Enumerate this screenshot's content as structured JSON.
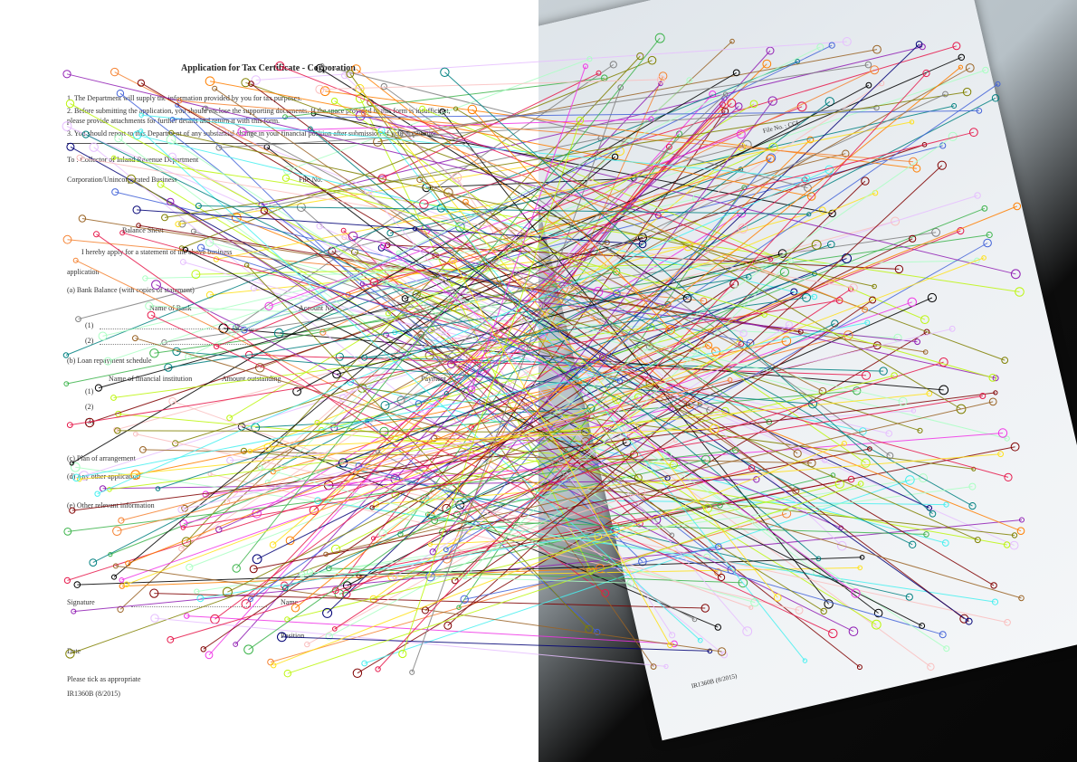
{
  "left_form": {
    "title": "Application for Tax Certificate - Corporation",
    "notes": [
      "1.  The Department will supply the information provided by you for tax purposes.",
      "2.  Before submitting the application, you should enclose the supporting documents.  If the space provided in this form is insufficient,",
      "     please provide attachments for further details and return it with this form.",
      "3.  You should report to this Department of any substantial change in your financial position after submission of your application."
    ],
    "to_line": "To : Collector of Inland Revenue Department",
    "lines": [
      "Corporation/Unincorporated Business",
      "File No.",
      "Balance Sheet",
      "I hereby apply for a statement of the above business",
      "application",
      "(a)  Bank Balance (with copies of statement)",
      "Name of Bank",
      "Account No.",
      "(1)",
      "(2)",
      "(b)  Loan repayment schedule",
      "Name of financial institution",
      "Amount outstanding",
      "Payment",
      "(1)",
      "(2)",
      "(3)",
      "(c)  Plan of arrangement",
      "(d)  Any other application",
      "(e)  Other relevant information",
      "Signature",
      "Name",
      "Position",
      "Date",
      "Please tick as appropriate",
      "IR1360B (8/2015)"
    ]
  },
  "right_page": {
    "footer": "IR1360B (8/2015)",
    "file_no": "File No. : CCL"
  },
  "colors": {
    "left_background": "#ffffff",
    "right_background": "#050505",
    "match_line_palette": [
      "#e6194b",
      "#3cb44b",
      "#ffe119",
      "#4363d8",
      "#f58231",
      "#911eb4",
      "#46f0f0",
      "#f032e6",
      "#bcf60c",
      "#fabebe",
      "#008080",
      "#e6beff",
      "#9a6324",
      "#800000",
      "#aaffc3",
      "#808000",
      "#000075",
      "#808080",
      "#000000",
      "#ff7f00"
    ]
  },
  "visualization": {
    "type": "feature-match lines between two images",
    "line_count": 320
  }
}
